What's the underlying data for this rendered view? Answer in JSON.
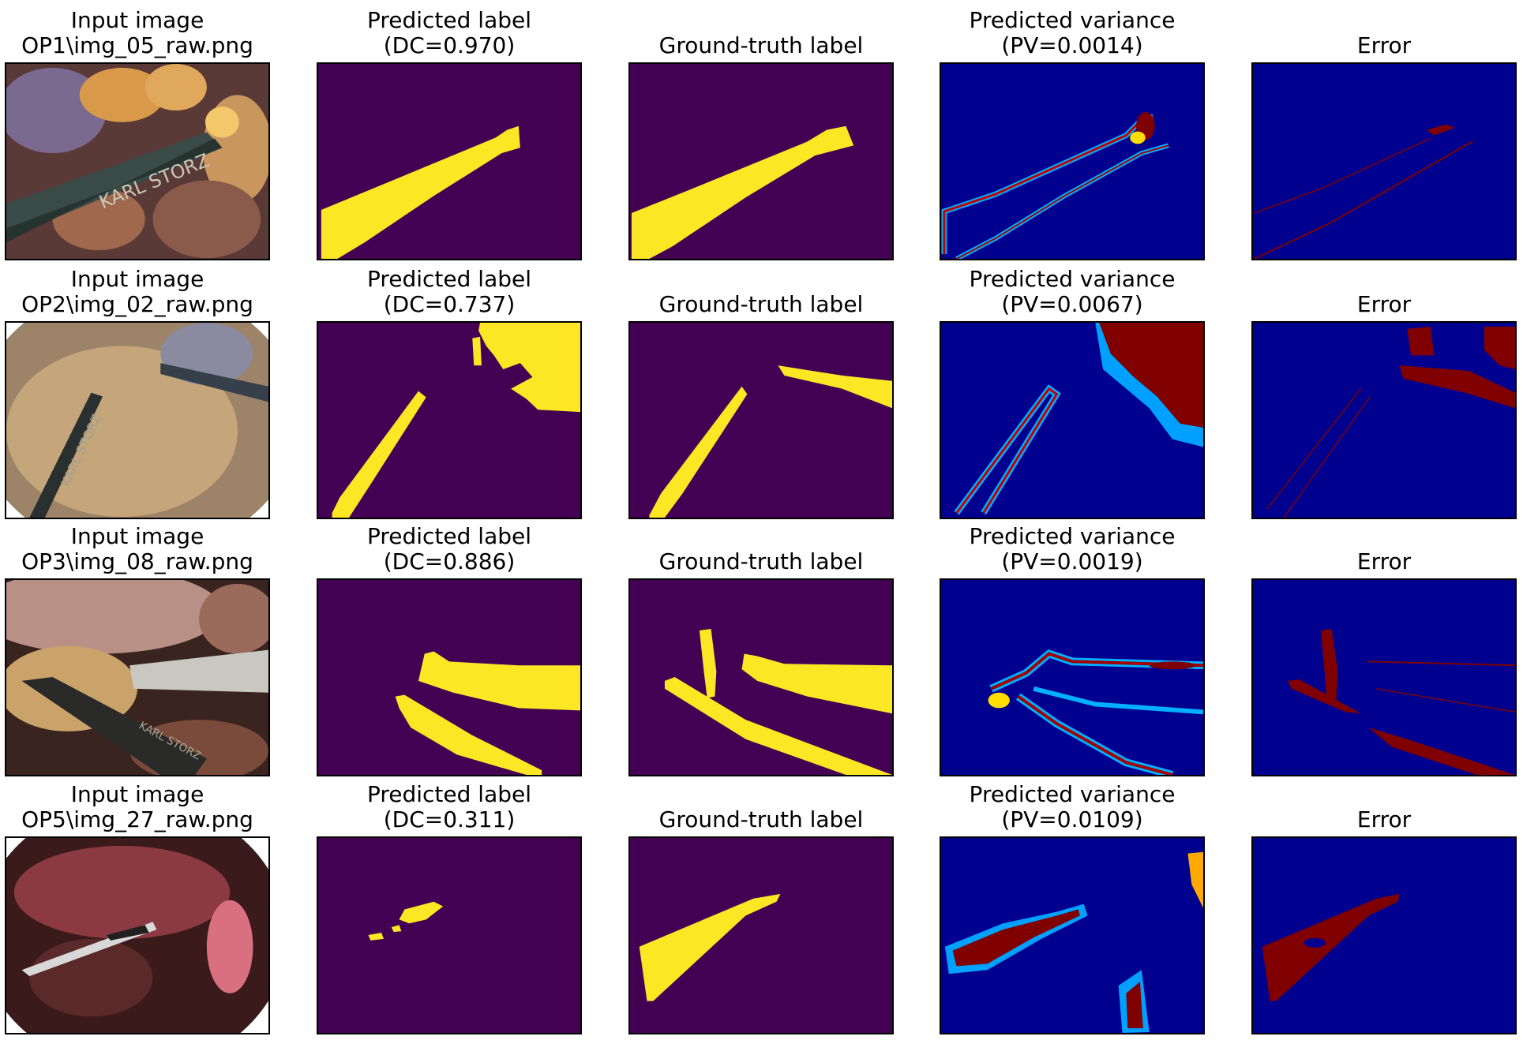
{
  "colors": {
    "background_dark": "#440154",
    "label_yellow": "#fde725",
    "variance_low": "#00008f",
    "variance_high": "#800000",
    "error_bg": "#00008f",
    "error_fg": "#800000"
  },
  "rows": [
    {
      "input_title": "Input image",
      "input_file": "OP1\\img_05_raw.png",
      "pred_title": "Predicted label",
      "dc": "(DC=0.970)",
      "gt_title": "Ground-truth label",
      "var_title": "Predicted variance",
      "pv": "(PV=0.0014)",
      "err_title": "Error",
      "image_text": "KARL STORZ"
    },
    {
      "input_title": "Input image",
      "input_file": "OP2\\img_02_raw.png",
      "pred_title": "Predicted label",
      "dc": "(DC=0.737)",
      "gt_title": "Ground-truth label",
      "var_title": "Predicted variance",
      "pv": "(PV=0.0067)",
      "err_title": "Error",
      "image_text": "KARL STORZ"
    },
    {
      "input_title": "Input image",
      "input_file": "OP3\\img_08_raw.png",
      "pred_title": "Predicted label",
      "dc": "(DC=0.886)",
      "gt_title": "Ground-truth label",
      "var_title": "Predicted variance",
      "pv": "(PV=0.0019)",
      "err_title": "Error",
      "image_text": "KARL STORZ"
    },
    {
      "input_title": "Input image",
      "input_file": "OP5\\img_27_raw.png",
      "pred_title": "Predicted label",
      "dc": "(DC=0.311)",
      "gt_title": "Ground-truth label",
      "var_title": "Predicted variance",
      "pv": "(PV=0.0109)",
      "err_title": "Error"
    }
  ]
}
